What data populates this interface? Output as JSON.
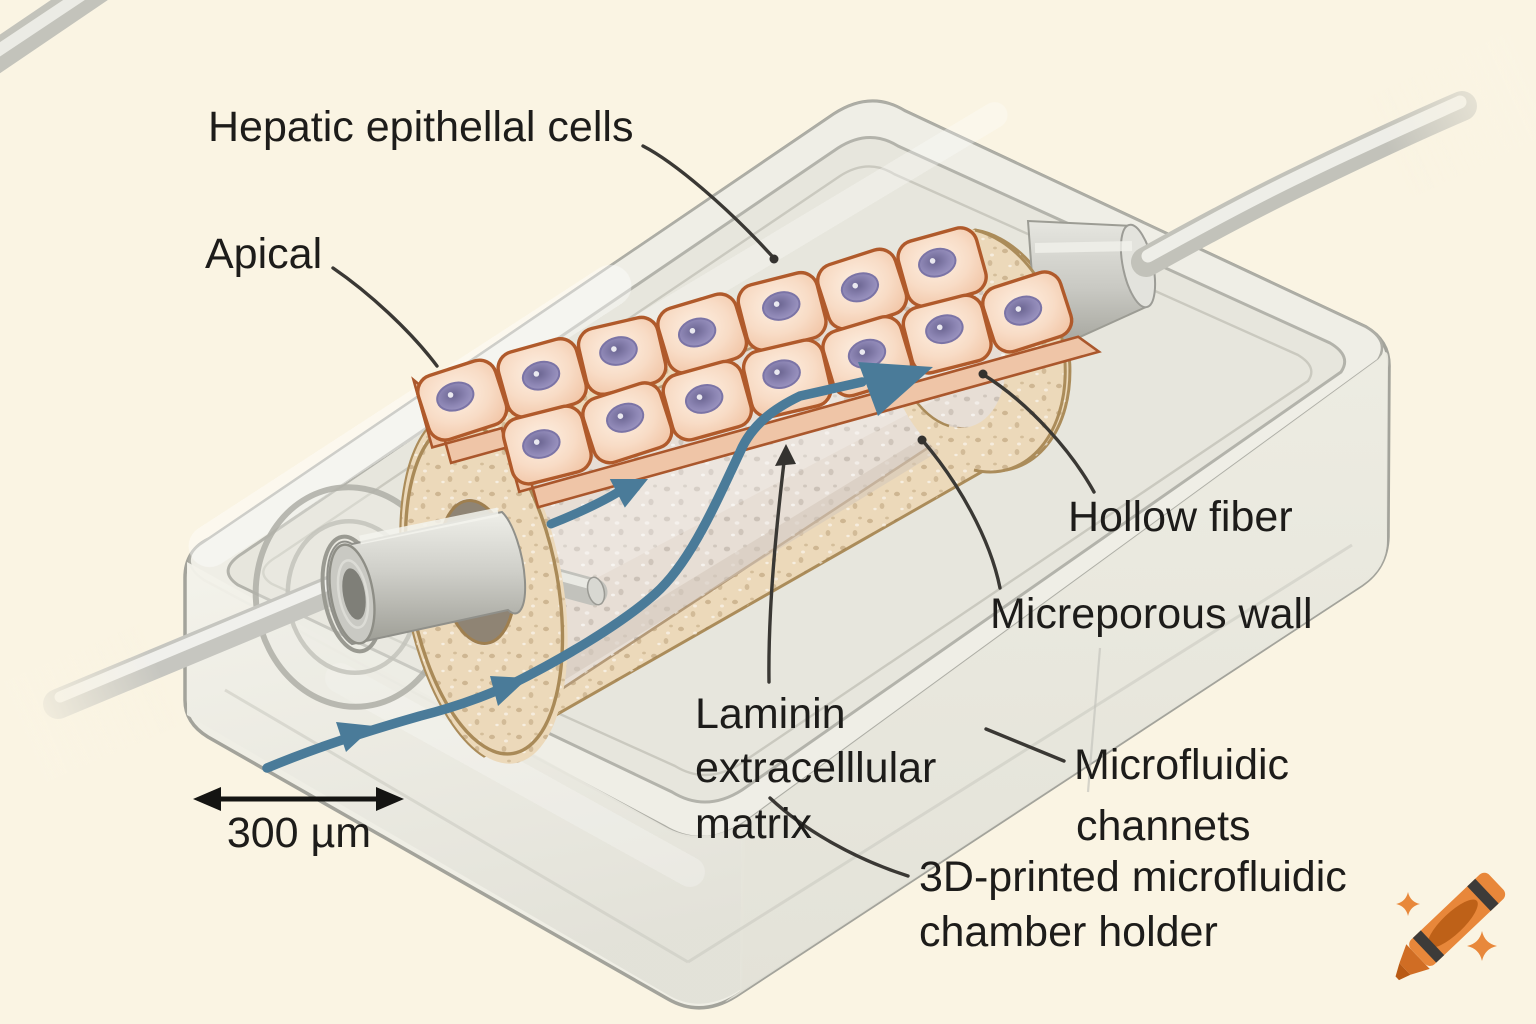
{
  "figure": {
    "type": "scientific-illustration",
    "subject": "Hollow-fiber microfluidic liver chip diagram",
    "background_color": "#faf4e3",
    "labels": {
      "hepatic_cells": "Hepatic epithellal cells",
      "apical": "Apical",
      "hollow_fiber": "Hollow fiber",
      "microporous_wall": "Micreporous wall",
      "laminin_line1": "Laminin",
      "laminin_line2": "extracelllular",
      "laminin_line3": "matrix",
      "channels_line1": "Microfluidic",
      "channels_line2": "channets",
      "holder_line1": "3D-printed microfluidic",
      "holder_line2": "chamber holder",
      "scale_bar": "300 µm"
    },
    "colors": {
      "flow_arrow": "#4a7b99",
      "fiber_wall": "#ecd9ba",
      "fiber_wall_outline": "#ab8c5a",
      "fiber_lumen": "#e7ded5",
      "cell_fill": "#f6d2ba",
      "cell_outline": "#b05a2b",
      "nucleus": "#8d86b4",
      "chamber_plastic": "#eeede4",
      "label_text": "#1d1c1a",
      "crayon": "#e8873a"
    },
    "cell_sheet": {
      "rows": 2,
      "per_row": 7,
      "outline_color": "#b05a2b"
    },
    "icons": {
      "crayon": "crayon-with-sparkles"
    }
  }
}
